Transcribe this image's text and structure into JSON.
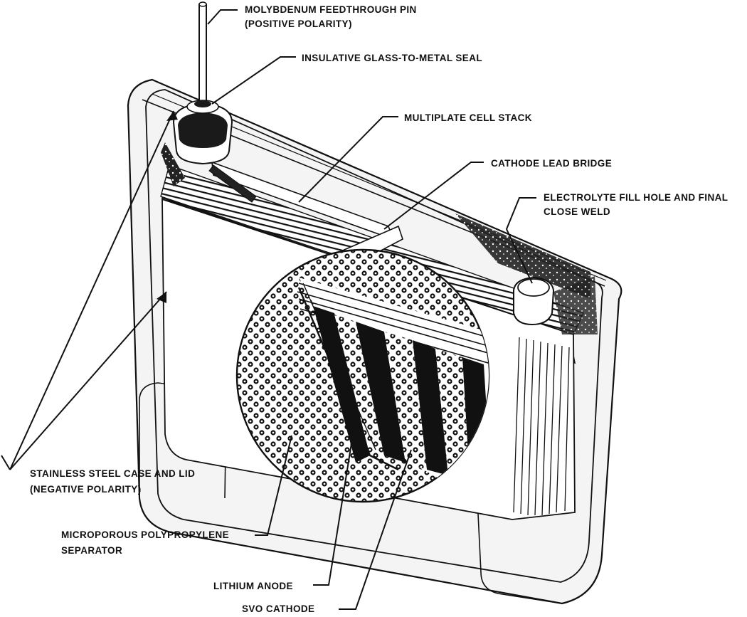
{
  "labels": {
    "feedthrough_pin_line1": "MOLYBDENUM FEEDTHROUGH PIN",
    "feedthrough_pin_line2": "(POSITIVE POLARITY)",
    "glass_seal": "INSULATIVE GLASS-TO-METAL SEAL",
    "cell_stack": "MULTIPLATE CELL STACK",
    "cathode_bridge": "CATHODE LEAD BRIDGE",
    "fill_hole_line1": "ELECTROLYTE FILL HOLE AND FINAL",
    "fill_hole_line2": "CLOSE WELD",
    "case_line1": "STAINLESS STEEL CASE AND LID",
    "case_line2": "(NEGATIVE POLARITY)",
    "separator_line1": "MICROPOROUS POLYPROPYLENE",
    "separator_line2": "SEPARATOR",
    "anode": "LITHIUM ANODE",
    "cathode": "SVO CATHODE"
  },
  "colors": {
    "ink": "#111111",
    "paper": "#ffffff",
    "case_fill": "#f4f4f4"
  }
}
